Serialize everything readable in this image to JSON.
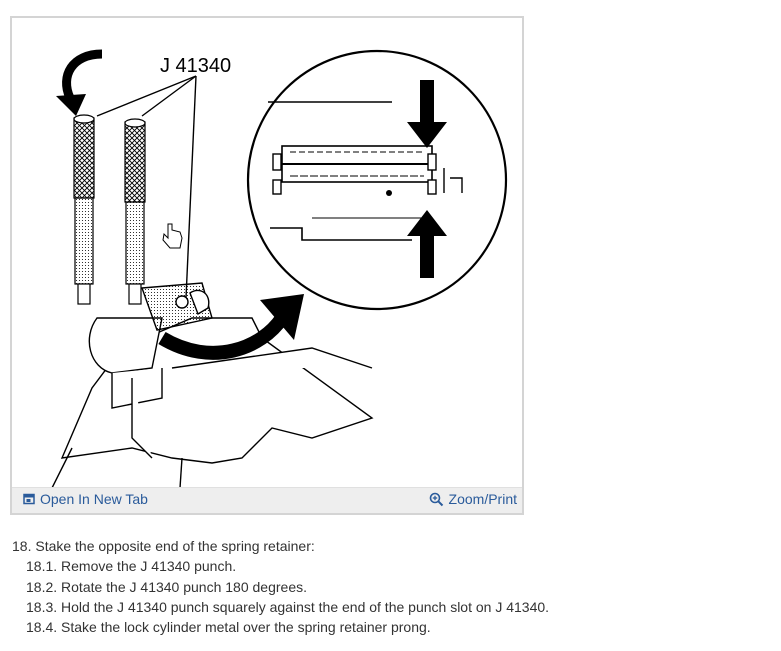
{
  "figure": {
    "label_tool": "J 41340",
    "open_tab_label": "Open In New Tab",
    "zoom_label": "Zoom/Print",
    "accent_color": "#2a5b9b"
  },
  "steps": {
    "main": "18. Stake the opposite end of the spring retainer:",
    "sub": [
      "18.1. Remove the J 41340 punch.",
      "18.2. Rotate the J 41340 punch 180 degrees.",
      "18.3. Hold the J 41340 punch squarely against the end of the punch slot on J 41340.",
      "18.4. Stake the lock cylinder metal over the spring retainer prong."
    ]
  }
}
